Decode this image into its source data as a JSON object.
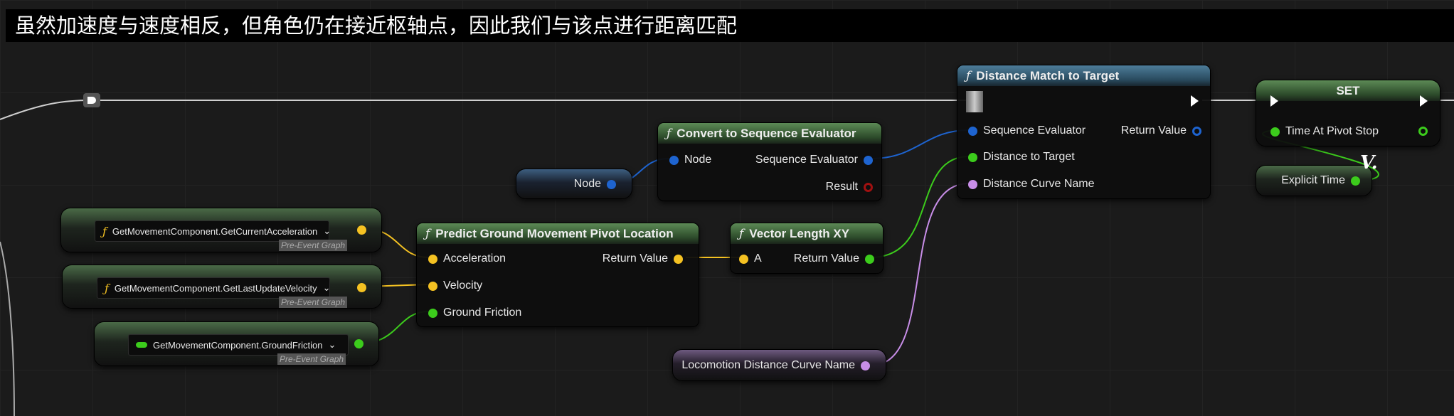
{
  "comment": "虽然加速度与速度相反，但角色仍在接近枢轴点，因此我们与该点进行距离匹配",
  "colors": {
    "float": "#3ccc1c",
    "vector": "#f5c222",
    "struct": "#1e64d0",
    "name": "#c88ee8",
    "bool": "#a01010",
    "exec": "#ffffff"
  },
  "distance_match": {
    "title": "Distance Match to Target",
    "inputs": [
      "Sequence Evaluator",
      "Distance to Target",
      "Distance Curve Name"
    ],
    "output": "Return Value"
  },
  "set_node": {
    "title": "SET",
    "input": "Time At Pivot Stop"
  },
  "explicit_time": {
    "label": "Explicit Time"
  },
  "reroute_label": "V.",
  "convert": {
    "title": "Convert to Sequence Evaluator",
    "input": "Node",
    "outputs": [
      "Sequence Evaluator",
      "Result"
    ]
  },
  "node_var": {
    "label": "Node"
  },
  "predict": {
    "title": "Predict Ground Movement Pivot Location",
    "inputs": [
      "Acceleration",
      "Velocity",
      "Ground Friction"
    ],
    "output": "Return Value"
  },
  "vector_length": {
    "title": "Vector Length XY",
    "input": "A",
    "output": "Return Value"
  },
  "locomotion_var": {
    "label": "Locomotion Distance Curve Name"
  },
  "getters": [
    {
      "label": "GetMovementComponent.GetCurrentAcceleration",
      "tag": "Pre-Event Graph"
    },
    {
      "label": "GetMovementComponent.GetLastUpdateVelocity",
      "tag": "Pre-Event Graph"
    },
    {
      "label": "GetMovementComponent.GroundFriction",
      "tag": "Pre-Event Graph"
    }
  ],
  "func_icon": "ƒ"
}
